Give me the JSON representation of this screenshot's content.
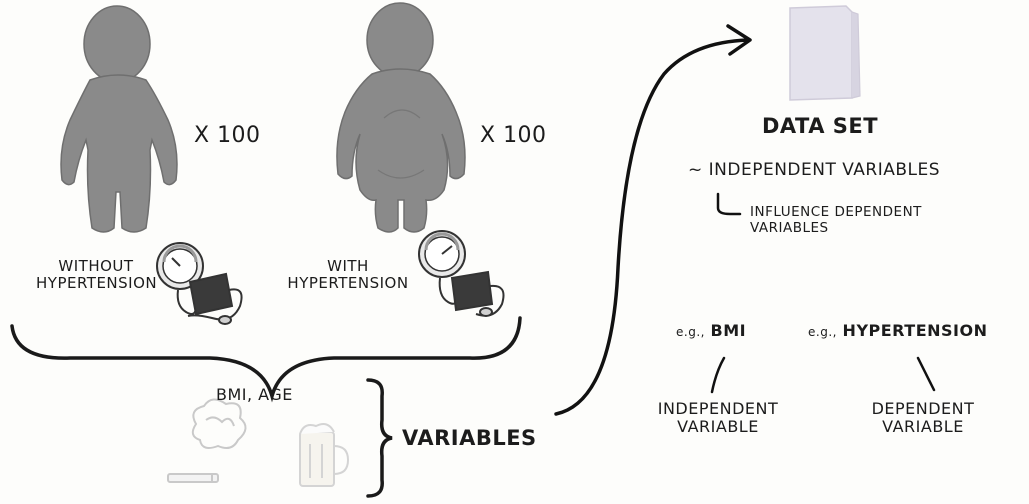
{
  "groups": {
    "without": {
      "count": "X 100",
      "label_line1": "WITHOUT",
      "label_line2": "HYPERTENSION"
    },
    "with": {
      "count": "X 100",
      "label_line1": "WITH",
      "label_line2": "HYPERTENSION"
    }
  },
  "variables": {
    "items": "BMI, AGE",
    "label": "VARIABLES"
  },
  "dataset": {
    "title": "DATA SET",
    "independent": "~ INDEPENDENT VARIABLES",
    "influence_line1": "INFLUENCE DEPENDENT",
    "influence_line2": "VARIABLES"
  },
  "examples": {
    "eg1_prefix": "e.g.,",
    "eg1_value": "BMI",
    "eg2_prefix": "e.g.,",
    "eg2_value": "HYPERTENSION",
    "independent_line1": "INDEPENDENT",
    "independent_line2": "VARIABLE",
    "dependent_line1": "DEPENDENT",
    "dependent_line2": "VARIABLE"
  },
  "colors": {
    "figure": "#8a8a8a",
    "figure_outline": "#6f6f6f",
    "folder": "#e4e2ec",
    "ink": "#1c1c1c",
    "background": "#fdfdfb"
  }
}
